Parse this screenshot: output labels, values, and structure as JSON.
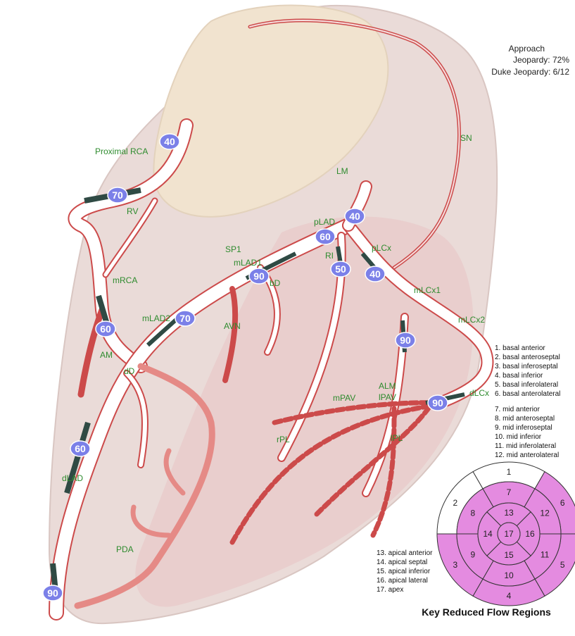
{
  "info": {
    "approach_label": "Approach",
    "approach_jeopardy": "Jeopardy: 72%",
    "duke_jeopardy": "Duke Jeopardy: 6/12"
  },
  "colors": {
    "heart_fill": "#eadbd8",
    "vessel_fill": "#ffffff",
    "vessel_edge": "#cc4a4a",
    "stenosis_band": "#2f4a44",
    "badge_fill": "#7b80e8",
    "reduced_flow": "#e48be0",
    "bullseye_white": "#ffffff",
    "label_green": "#2e8b2e"
  },
  "segment_labels": [
    "Proximal RCA",
    "RV",
    "mRCA",
    "AM",
    "PDA",
    "SN",
    "LM",
    "pLAD",
    "RI",
    "pLCx",
    "SP1",
    "mLAD1",
    "bD",
    "mLAD2",
    "AVN",
    "dD",
    "dLAD",
    "mLCx1",
    "mLCx2",
    "dLCx",
    "ALM",
    "lPAV",
    "mPAV",
    "rPL",
    "lPL"
  ],
  "stenoses": [
    "40",
    "70",
    "60",
    "40",
    "60",
    "50",
    "40",
    "90",
    "70",
    "90",
    "90",
    "60",
    "90"
  ],
  "legend_basal_mid": [
    "1. basal anterior",
    "2. basal anteroseptal",
    "3. basal inferoseptal",
    "4. basal inferior",
    "5. basal inferolateral",
    "6. basal anterolateral",
    "7. mid anterior",
    "8. mid anteroseptal",
    "9. mid inferoseptal",
    "10. mid inferior",
    "11. mid inferolateral",
    "12. mid anterolateral"
  ],
  "legend_apical": [
    "13. apical anterior",
    "14. apical septal",
    "15. apical inferior",
    "16. apical lateral",
    "17. apex"
  ],
  "bullseye": {
    "reduced_segments": [
      3,
      4,
      5,
      6,
      7,
      8,
      9,
      10,
      11,
      12,
      13,
      14,
      15,
      16,
      17
    ],
    "segment_numbers": [
      "1",
      "2",
      "3",
      "4",
      "5",
      "6",
      "7",
      "8",
      "9",
      "10",
      "11",
      "12",
      "13",
      "14",
      "15",
      "16",
      "17"
    ]
  },
  "title": "Key Reduced Flow Regions"
}
